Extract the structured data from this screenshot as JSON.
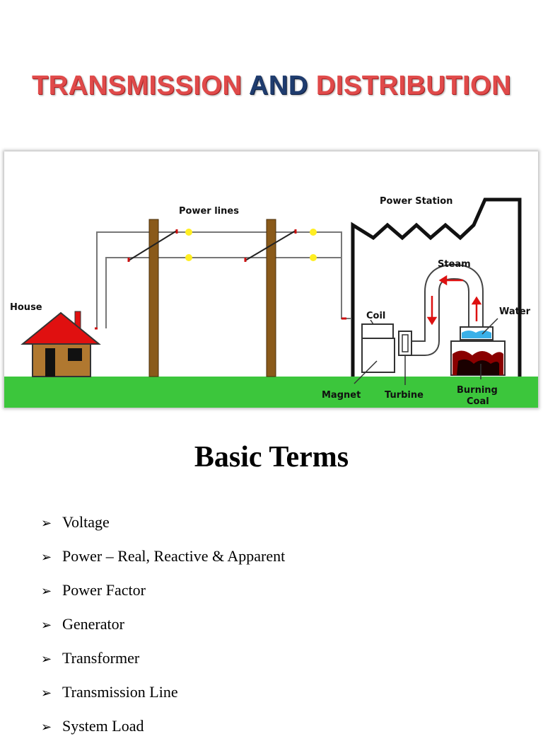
{
  "title": {
    "part1": "TRANSMISSION",
    "part2": "AND",
    "part3": "DISTRIBUTION"
  },
  "diagram": {
    "labels": {
      "house": "House",
      "power_lines": "Power lines",
      "power_station": "Power Station",
      "steam": "Steam",
      "coil": "Coil",
      "water": "Water",
      "magnet": "Magnet",
      "turbine": "Turbine",
      "burning": "Burning",
      "coal": "Coal"
    }
  },
  "section_title": "Basic Terms",
  "bullet_glyph": "➢",
  "terms": [
    "Voltage",
    "Power – Real, Reactive & Apparent",
    "Power Factor",
    "Generator",
    "Transformer",
    "Transmission Line",
    "System Load"
  ],
  "colors": {
    "title_red": "#e04a4a",
    "title_blue": "#1f3c6e",
    "ground_green": "#3cc63c",
    "roof_red": "#e01010",
    "pole_brown": "#8a5a1a",
    "insulator_yellow": "#ffee22"
  }
}
